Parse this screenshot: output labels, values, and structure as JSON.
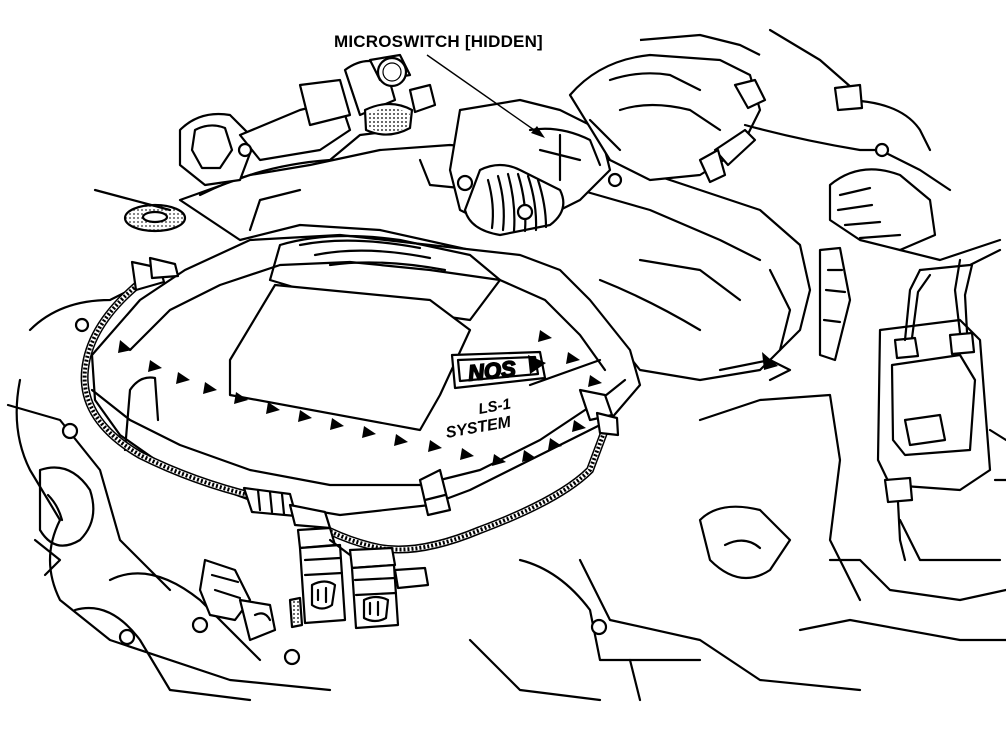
{
  "callout": {
    "label": "MICROSWITCH [HIDDEN]"
  },
  "badge": {
    "logo": "NOS",
    "line1": "LS-1",
    "line2": "SYSTEM"
  },
  "colors": {
    "ink": "#000000",
    "paper": "#ffffff"
  }
}
